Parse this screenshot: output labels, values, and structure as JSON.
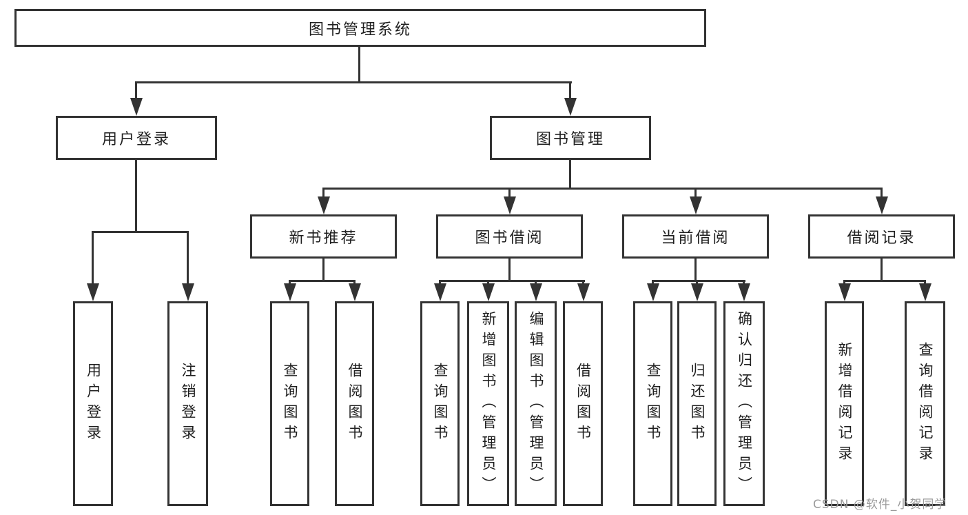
{
  "diagram_title": "图书管理系统",
  "watermark": "CSDN @软件_小贺同学",
  "colors": {
    "background": "#ffffff",
    "line": "#333333",
    "box_border": "#333333",
    "text": "#1f1f1f",
    "watermark": "#9b9b9b"
  },
  "tree": {
    "label": "图书管理系统",
    "children": [
      {
        "label": "用户登录",
        "children": [
          {
            "label": "用户登录"
          },
          {
            "label": "注销登录"
          }
        ]
      },
      {
        "label": "图书管理",
        "children": [
          {
            "label": "新书推荐",
            "children": [
              {
                "label": "查询图书"
              },
              {
                "label": "借阅图书"
              }
            ]
          },
          {
            "label": "图书借阅",
            "children": [
              {
                "label": "查询图书"
              },
              {
                "label": "新增图书（管理员）"
              },
              {
                "label": "编辑图书（管理员）"
              },
              {
                "label": "借阅图书"
              }
            ]
          },
          {
            "label": "当前借阅",
            "children": [
              {
                "label": "查询图书"
              },
              {
                "label": "归还图书"
              },
              {
                "label": "确认归还（管理员）"
              }
            ]
          },
          {
            "label": "借阅记录",
            "children": [
              {
                "label": "新增借阅记录"
              },
              {
                "label": "查询借阅记录"
              }
            ]
          }
        ]
      }
    ]
  }
}
